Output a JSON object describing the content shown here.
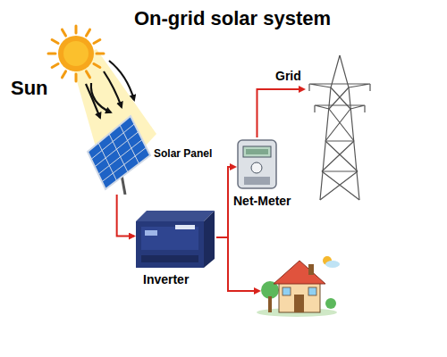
{
  "diagram": {
    "title": "On-grid solar system",
    "nodes": [
      {
        "text": [
          "Sun"
        ]
      },
      {
        "text": [
          "Solar Panel"
        ]
      },
      {
        "text": [
          "Inverter"
        ]
      },
      {
        "text": [
          "Net-Meter"
        ]
      },
      {
        "text": [
          "Grid"
        ]
      }
    ],
    "edges": [
      {
        "from": 0,
        "to": 1,
        "arrow": "to"
      },
      {
        "from": 1,
        "to": 2,
        "arrow": "to"
      },
      {
        "from": 2,
        "to": 3,
        "arrow": "to"
      },
      {
        "from": 3,
        "to": 4,
        "arrow": "to"
      }
    ]
  }
}
